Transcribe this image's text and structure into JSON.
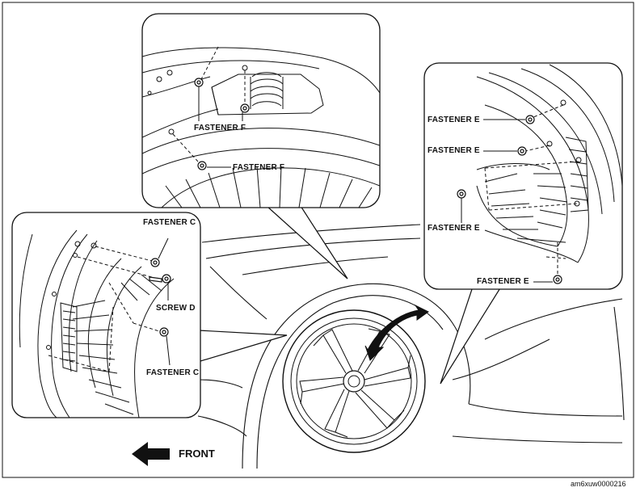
{
  "labels": {
    "fastener_f_top": "FASTENER F",
    "fastener_f_bottom": "FASTENER F",
    "fastener_c_top": "FASTENER C",
    "screw_d": "SCREW D",
    "fastener_c_bottom": "FASTENER C",
    "fastener_e_1": "FASTENER E",
    "fastener_e_2": "FASTENER E",
    "fastener_e_3": "FASTENER E",
    "fastener_e_bottom": "FASTENER E",
    "front": "FRONT"
  },
  "doc_id": "am6xuw0000216",
  "colors": {
    "line": "#111111",
    "background": "#ffffff"
  },
  "icons": {
    "direction_arrow": "front-arrow-icon",
    "rotate_arrow": "curved-arrow-icon"
  }
}
